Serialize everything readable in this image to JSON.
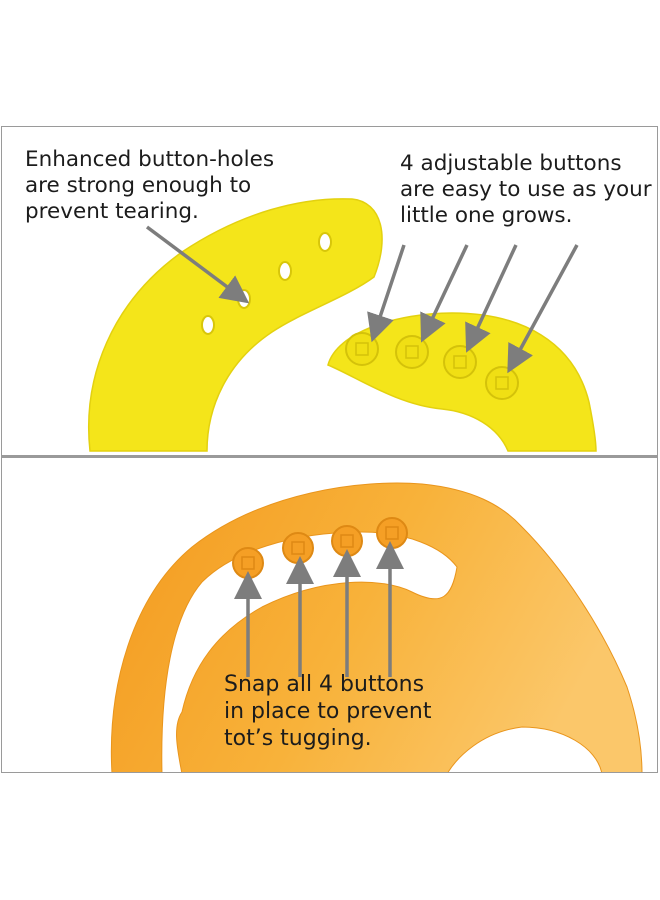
{
  "panels": {
    "top": {
      "caption_holes": "Enhanced button-holes\nare strong enough to\nprevent tearing.",
      "caption_buttons": "4 adjustable buttons\nare easy to use as your\nlittle one grows."
    },
    "bottom": {
      "caption_snap": "Snap all 4 buttons\nin place to prevent\ntot’s tugging."
    }
  },
  "colors": {
    "yellow_bib": "#f4e51a",
    "orange_bib": "#f6a829",
    "arrow": "#7d7d7d",
    "border": "#9a9a9a"
  },
  "counts": {
    "button_holes": 4,
    "adjustable_buttons": 4
  }
}
